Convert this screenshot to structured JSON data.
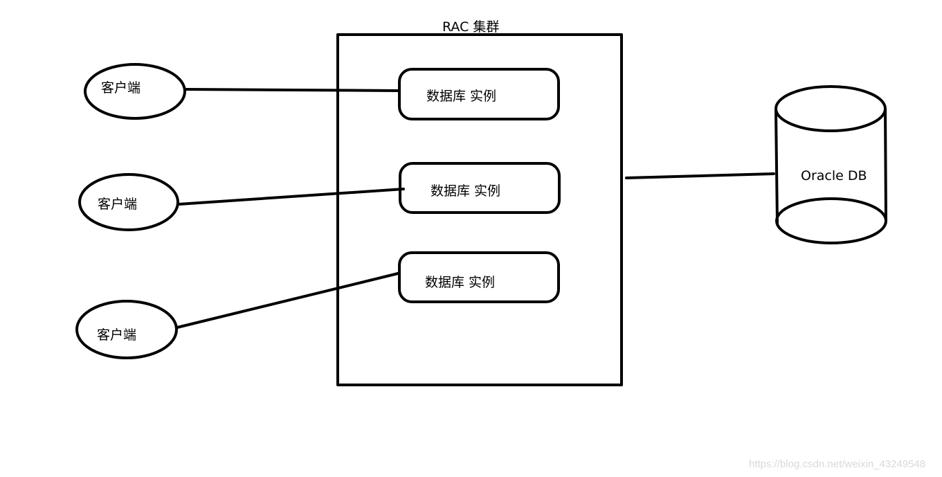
{
  "cluster": {
    "title": "RAC 集群"
  },
  "clients": [
    {
      "label": "客户端"
    },
    {
      "label": "客户端"
    },
    {
      "label": "客户端"
    }
  ],
  "instances": [
    {
      "label": "数据库 实例"
    },
    {
      "label": "数据库 实例"
    },
    {
      "label": "数据库 实例"
    }
  ],
  "database": {
    "label": "Oracle DB"
  },
  "watermark": "https://blog.csdn.net/weixin_43249548",
  "colors": {
    "stroke": "#000000",
    "background": "#ffffff",
    "watermark": "#d9d9d9"
  }
}
